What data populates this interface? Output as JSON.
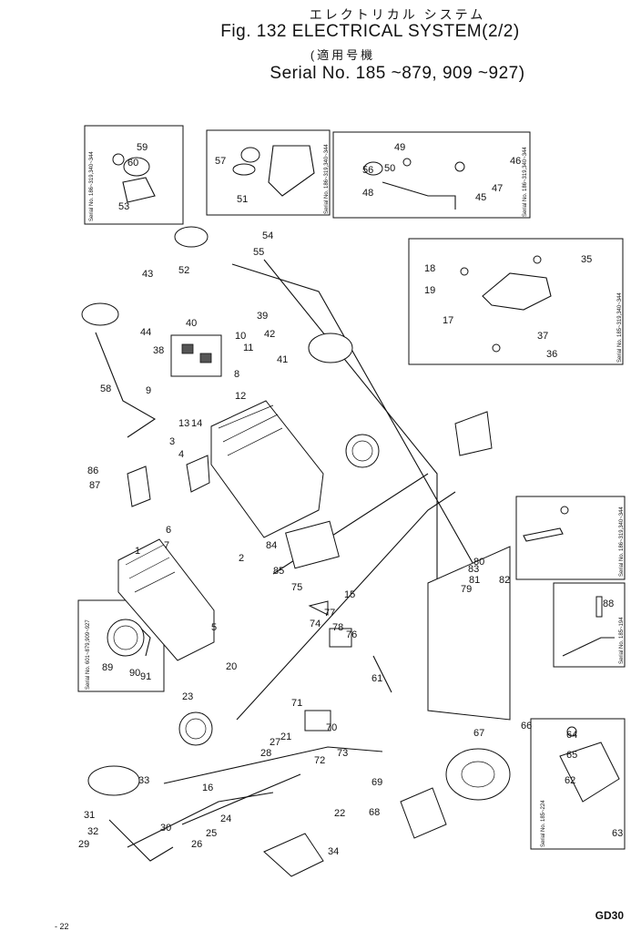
{
  "header": {
    "title_jp": "エレクトリカル システム",
    "title": "Fig. 132 ELECTRICAL SYSTEM(2/2)",
    "serial_jp": "(適用号機",
    "serial": "Serial No. 185 ~879, 909 ~927)"
  },
  "page_code": "GD30",
  "page_number": "- 22",
  "inset_notes": {
    "a": "Serial No. 186~319,340~344",
    "b": "Serial No. 186~319,340~344",
    "c": "Serial No. 186~319,340~344",
    "d": "Serial No. 185~319,340~344",
    "e": "Serial No. 601~879,909~927",
    "f": "Serial No. 186~319,340~344",
    "g": "Serial No. 185~194",
    "h": "Serial No. 185~224"
  },
  "inset_jp": "適用号機",
  "parts": [
    "1",
    "2",
    "3",
    "4",
    "5",
    "6",
    "7",
    "8",
    "9",
    "10",
    "11",
    "12",
    "13",
    "14",
    "15",
    "16",
    "17",
    "18",
    "19",
    "20",
    "21",
    "22",
    "23",
    "24",
    "25",
    "26",
    "27",
    "28",
    "29",
    "30",
    "31",
    "32",
    "33",
    "34",
    "35",
    "36",
    "37",
    "38",
    "39",
    "40",
    "41",
    "42",
    "43",
    "44",
    "45",
    "46",
    "47",
    "48",
    "49",
    "50",
    "51",
    "52",
    "53",
    "54",
    "55",
    "56",
    "57",
    "58",
    "59",
    "60",
    "61",
    "62",
    "63",
    "64",
    "65",
    "66",
    "67",
    "68",
    "69",
    "70",
    "71",
    "72",
    "73",
    "74",
    "75",
    "76",
    "77",
    "78",
    "79",
    "80",
    "81",
    "82",
    "83",
    "84",
    "85",
    "86",
    "87",
    "88",
    "89",
    "90",
    "91"
  ]
}
